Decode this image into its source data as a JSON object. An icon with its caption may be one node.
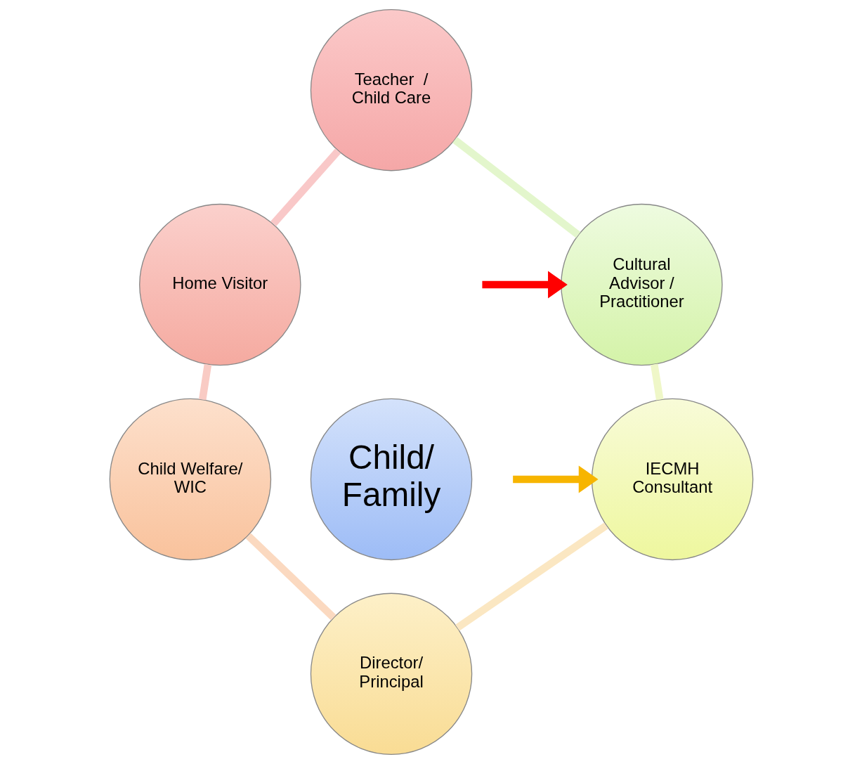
{
  "diagram": {
    "nodes": [
      {
        "text": [
          "Teacher  / Child Care"
        ]
      },
      {
        "text": [
          "Home Visitor"
        ]
      },
      {
        "text": [
          "Child Welfare/ WIC"
        ]
      },
      {
        "text": [
          "Director/ Principal"
        ]
      },
      {
        "text": [
          "IECMH Consultant"
        ]
      },
      {
        "text": [
          "Cultural Advisor / Practitioner"
        ]
      },
      {
        "text": [
          "Child/ Family"
        ]
      }
    ],
    "edges": [
      {
        "from": 0,
        "to": 1,
        "arrow": "none",
        "color": "#f9c8c8"
      },
      {
        "from": 1,
        "to": 2,
        "arrow": "none",
        "color": "#f9cbc4"
      },
      {
        "from": 2,
        "to": 3,
        "arrow": "none",
        "color": "#fbd9c0"
      },
      {
        "from": 3,
        "to": 4,
        "arrow": "none",
        "color": "#fbe7c2"
      },
      {
        "from": 4,
        "to": 5,
        "arrow": "none",
        "color": "#eff7c8"
      },
      {
        "from": 5,
        "to": 0,
        "arrow": "none",
        "color": "#e3f6cc"
      },
      {
        "from": null,
        "to": 5,
        "arrow": "to",
        "color": "#ff0000"
      },
      {
        "from": null,
        "to": 4,
        "arrow": "to",
        "color": "#f7b500"
      }
    ]
  }
}
